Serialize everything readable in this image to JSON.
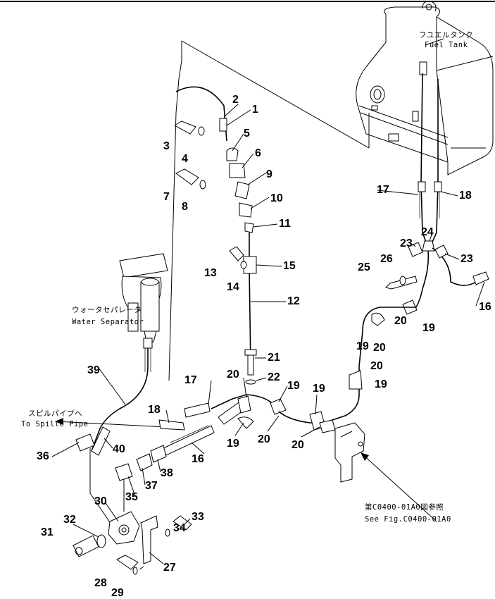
{
  "labels": {
    "fuel_tank_jp": "フユエルタンク",
    "fuel_tank_en": "Fuel Tank",
    "water_sep_jp": "ウォータセパレータ",
    "water_sep_en": "Water Separator",
    "spill_jp": "スピルパイプへ",
    "spill_en": "To Spille Pipe",
    "see_fig_jp": "第C0400-01A0図参照",
    "see_fig_en": "See Fig.C0400-01A0"
  },
  "part_numbers": [
    {
      "id": "p1",
      "text": "1"
    },
    {
      "id": "p2",
      "text": "2"
    },
    {
      "id": "p3",
      "text": "3"
    },
    {
      "id": "p4",
      "text": "4"
    },
    {
      "id": "p5",
      "text": "5"
    },
    {
      "id": "p6",
      "text": "6"
    },
    {
      "id": "p7",
      "text": "7"
    },
    {
      "id": "p8",
      "text": "8"
    },
    {
      "id": "p9",
      "text": "9"
    },
    {
      "id": "p10",
      "text": "10"
    },
    {
      "id": "p11",
      "text": "11"
    },
    {
      "id": "p12",
      "text": "12"
    },
    {
      "id": "p13",
      "text": "13"
    },
    {
      "id": "p14",
      "text": "14"
    },
    {
      "id": "p15",
      "text": "15"
    },
    {
      "id": "p16a",
      "text": "16"
    },
    {
      "id": "p16b",
      "text": "16"
    },
    {
      "id": "p17a",
      "text": "17"
    },
    {
      "id": "p17b",
      "text": "17"
    },
    {
      "id": "p18a",
      "text": "18"
    },
    {
      "id": "p18b",
      "text": "18"
    },
    {
      "id": "p19a",
      "text": "19"
    },
    {
      "id": "p19b",
      "text": "19"
    },
    {
      "id": "p19c",
      "text": "19"
    },
    {
      "id": "p19d",
      "text": "19"
    },
    {
      "id": "p19e",
      "text": "19"
    },
    {
      "id": "p19f",
      "text": "19"
    },
    {
      "id": "p20a",
      "text": "20"
    },
    {
      "id": "p20b",
      "text": "20"
    },
    {
      "id": "p20c",
      "text": "20"
    },
    {
      "id": "p20d",
      "text": "20"
    },
    {
      "id": "p20e",
      "text": "20"
    },
    {
      "id": "p20f",
      "text": "20"
    },
    {
      "id": "p21",
      "text": "21"
    },
    {
      "id": "p22",
      "text": "22"
    },
    {
      "id": "p23a",
      "text": "23"
    },
    {
      "id": "p23b",
      "text": "23"
    },
    {
      "id": "p24",
      "text": "24"
    },
    {
      "id": "p25",
      "text": "25"
    },
    {
      "id": "p26",
      "text": "26"
    },
    {
      "id": "p27",
      "text": "27"
    },
    {
      "id": "p28",
      "text": "28"
    },
    {
      "id": "p29",
      "text": "29"
    },
    {
      "id": "p30",
      "text": "30"
    },
    {
      "id": "p31",
      "text": "31"
    },
    {
      "id": "p32",
      "text": "32"
    },
    {
      "id": "p33",
      "text": "33"
    },
    {
      "id": "p34",
      "text": "34"
    },
    {
      "id": "p35",
      "text": "35"
    },
    {
      "id": "p36",
      "text": "36"
    },
    {
      "id": "p37",
      "text": "37"
    },
    {
      "id": "p38",
      "text": "38"
    },
    {
      "id": "p39",
      "text": "39"
    },
    {
      "id": "p40",
      "text": "40"
    }
  ]
}
